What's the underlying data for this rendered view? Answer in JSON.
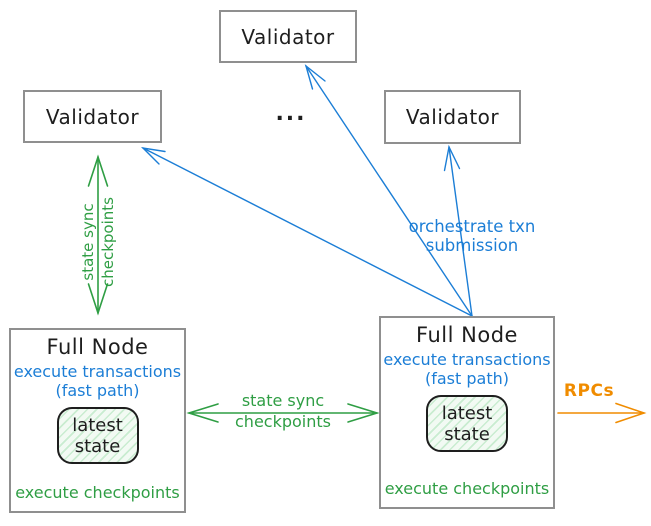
{
  "colors": {
    "green": "#2f9e44",
    "blue": "#1c7ed6",
    "orange": "#f08c00",
    "text_black": "#1e1e1e",
    "box_border_gray": "#8f8f8f",
    "state_fill_base": "#f2faf3",
    "state_fill_hatch": "#c9ecd0"
  },
  "validators": {
    "top": {
      "label": "Validator"
    },
    "left": {
      "label": "Validator"
    },
    "right": {
      "label": "Validator"
    },
    "ellipsis": "..."
  },
  "full_nodes": {
    "left": {
      "title": "Full Node",
      "exec_line1": "execute transactions",
      "exec_line2": "(fast path)",
      "state_line1": "latest",
      "state_line2": "state",
      "footer": "execute checkpoints"
    },
    "right": {
      "title": "Full Node",
      "exec_line1": "execute transactions",
      "exec_line2": "(fast path)",
      "state_line1": "latest",
      "state_line2": "state",
      "footer": "execute checkpoints"
    }
  },
  "edges": {
    "validator_fullnode_sync": {
      "line1": "state sync",
      "line2": "checkpoints"
    },
    "fullnode_fullnode_sync": {
      "line1": "state sync",
      "line2": "checkpoints"
    },
    "orchestrate": {
      "label": "orchestrate txn submission"
    },
    "rpcs": {
      "label": "RPCs"
    }
  }
}
